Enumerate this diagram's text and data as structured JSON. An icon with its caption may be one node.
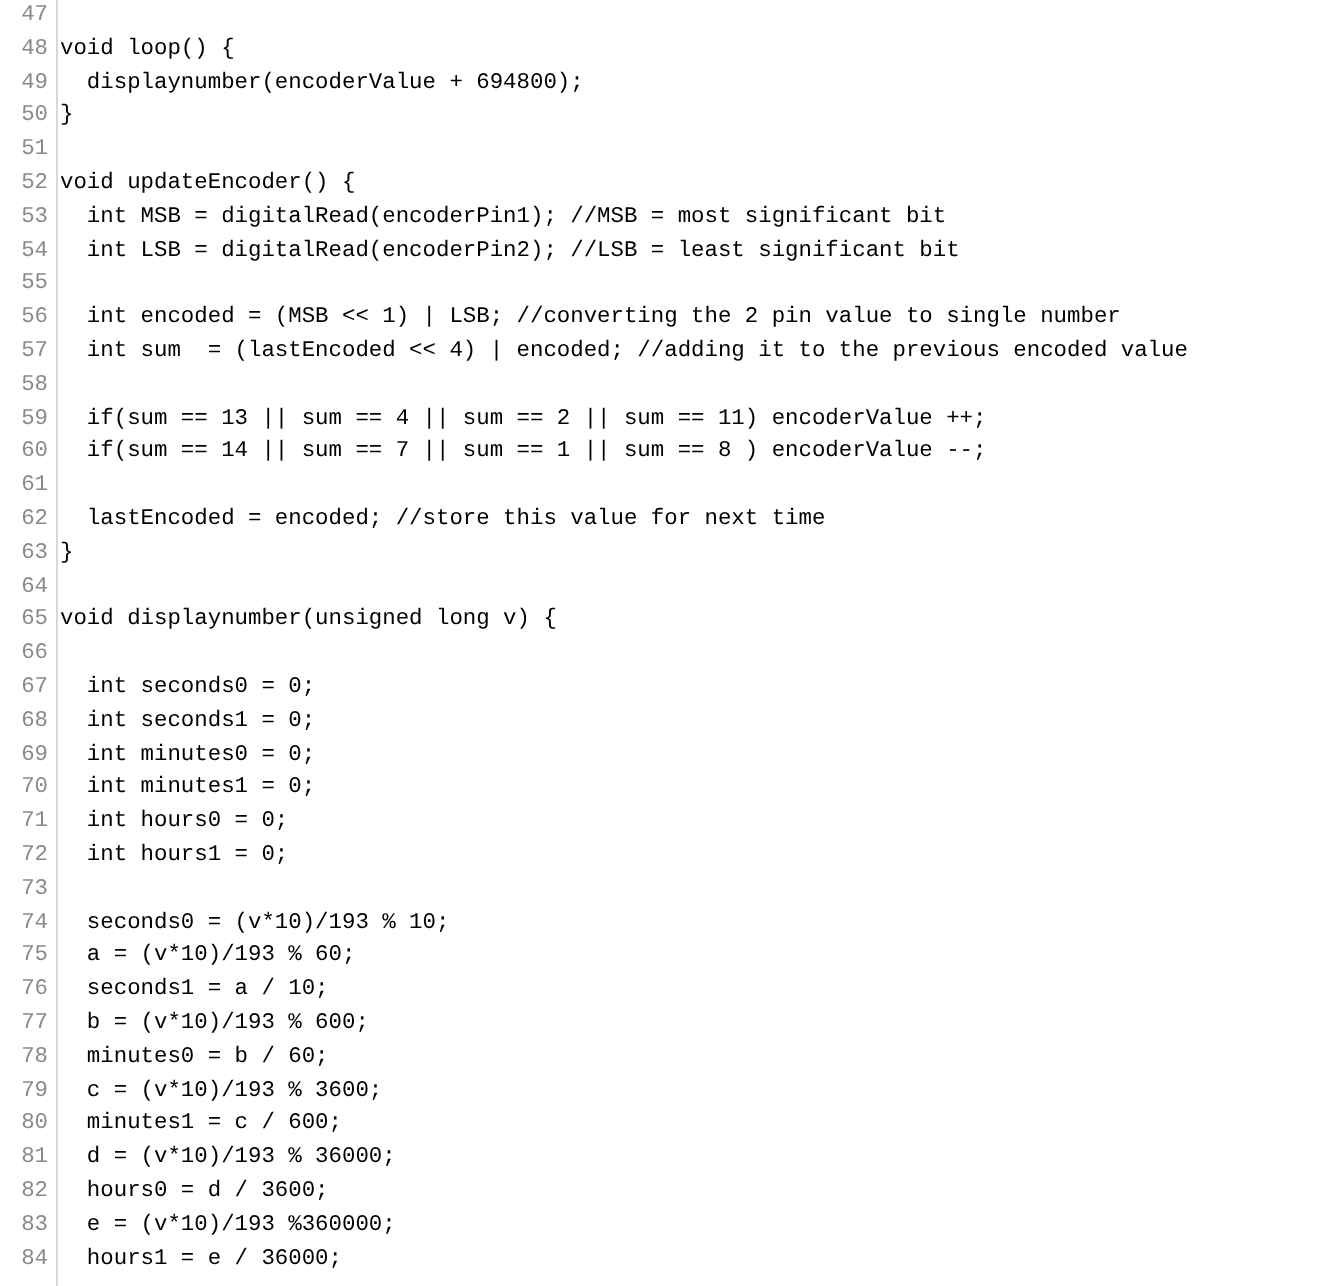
{
  "diagram": {
    "labels": [
      "47",
      "48",
      "void loop() {",
      "49",
      "  displaynumber(encoderValue + 694800);",
      "50",
      "}",
      "51",
      "52",
      "void updateEncoder() {",
      "53",
      "  int MSB = digitalRead(encoderPin1); //MSB = most significant bit",
      "54",
      "  int LSB = digitalRead(encoderPin2); //LSB = least significant bit",
      "55",
      "56",
      "  int encoded = (MSB << 1) | LSB; //converting the 2 pin value to single number",
      "57",
      "  int sum  = (lastEncoded << 4) | encoded; //adding it to the previous encoded value",
      "58",
      "59",
      "  if(sum == 13 || sum == 4 || sum == 2 || sum == 11) encoderValue ++;",
      "60",
      "  if(sum == 14 || sum == 7 || sum == 1 || sum == 8 ) encoderValue --;",
      "61",
      "62",
      "  lastEncoded = encoded; //store this value for next time",
      "63",
      "}",
      "64",
      "65",
      "void displaynumber(unsigned long v) {",
      "66",
      "67",
      "  int seconds0 = 0;",
      "68",
      "  int seconds1 = 0;",
      "69",
      "  int minutes0 = 0;",
      "70",
      "  int minutes1 = 0;",
      "71",
      "  int hours0 = 0;",
      "72",
      "  int hours1 = 0;",
      "73",
      "74",
      "  seconds0 = (v*10)/193 % 10;",
      "75",
      "  a = (v*10)/193 % 60;",
      "76",
      "  seconds1 = a / 10;",
      "77",
      "  b = (v*10)/193 % 600;",
      "78",
      "  minutes0 = b / 60;",
      "79",
      "  c = (v*10)/193 % 3600;",
      "80",
      "  minutes1 = c / 600;",
      "81",
      "  d = (v*10)/193 % 36000;",
      "82",
      "  hours0 = d / 3600;",
      "83",
      "  e = (v*10)/193 %360000;",
      "84",
      "  hours1 = e / 36000;"
    ]
  }
}
